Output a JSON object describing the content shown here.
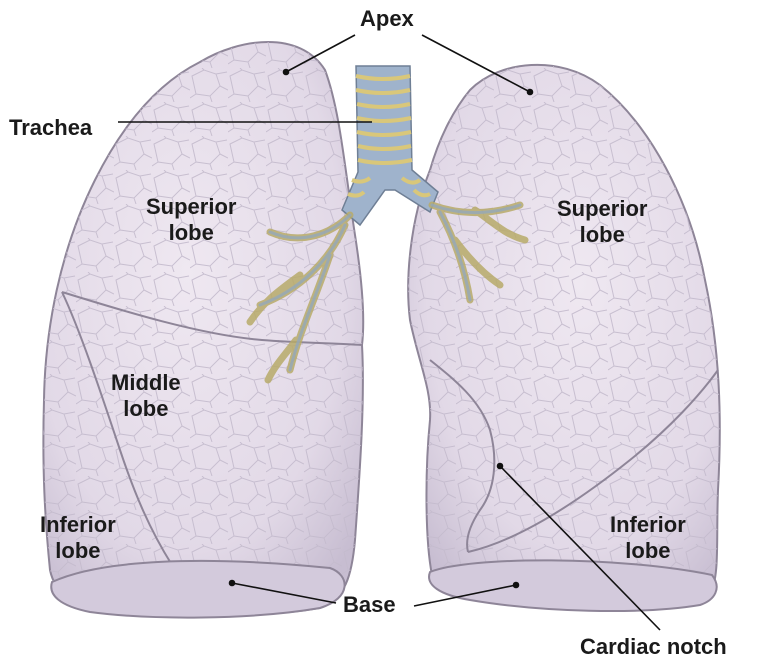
{
  "labels": {
    "apex": "Apex",
    "trachea": "Trachea",
    "superior_lobe_right": {
      "line1": "Superior",
      "line2": "lobe"
    },
    "superior_lobe_left": {
      "line1": "Superior",
      "line2": "lobe"
    },
    "middle_lobe": {
      "line1": "Middle",
      "line2": "lobe"
    },
    "inferior_lobe_right": {
      "line1": "Inferior",
      "line2": "lobe"
    },
    "inferior_lobe_left": {
      "line1": "Inferior",
      "line2": "lobe"
    },
    "base": "Base",
    "cardiac_notch": "Cardiac notch"
  },
  "colors": {
    "lung_fill": "#e6dde9",
    "lung_shade": "#c9bfd3",
    "lung_outline": "#8e8598",
    "cell_lines": "#bfb6c8",
    "trachea_ring": "#d9c77a",
    "trachea_band": "#8fa7c4",
    "leader_line": "#111111",
    "text": "#1a1a1a"
  }
}
